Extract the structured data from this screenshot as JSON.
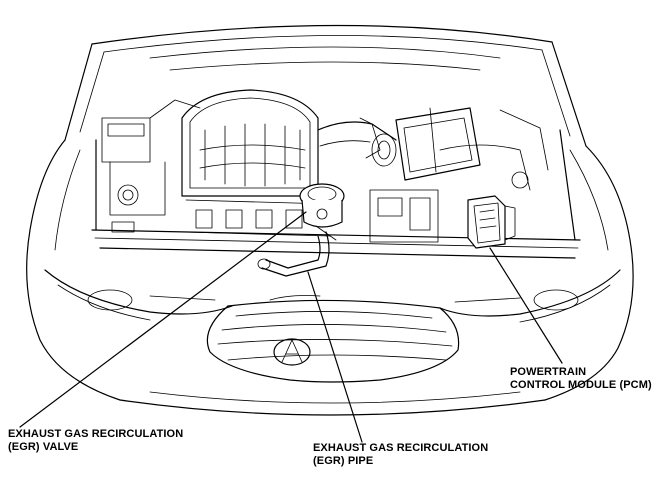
{
  "labels": {
    "pcm": {
      "line1": "POWERTRAIN",
      "line2": "CONTROL MODULE (PCM)"
    },
    "egr_valve": {
      "line1": "EXHAUST GAS RECIRCULATION",
      "line2": "(EGR) VALVE"
    },
    "egr_pipe": {
      "line1": "EXHAUST GAS RECIRCULATION",
      "line2": "(EGR) PIPE"
    }
  },
  "colors": {
    "line": "#000000",
    "background": "#ffffff"
  }
}
